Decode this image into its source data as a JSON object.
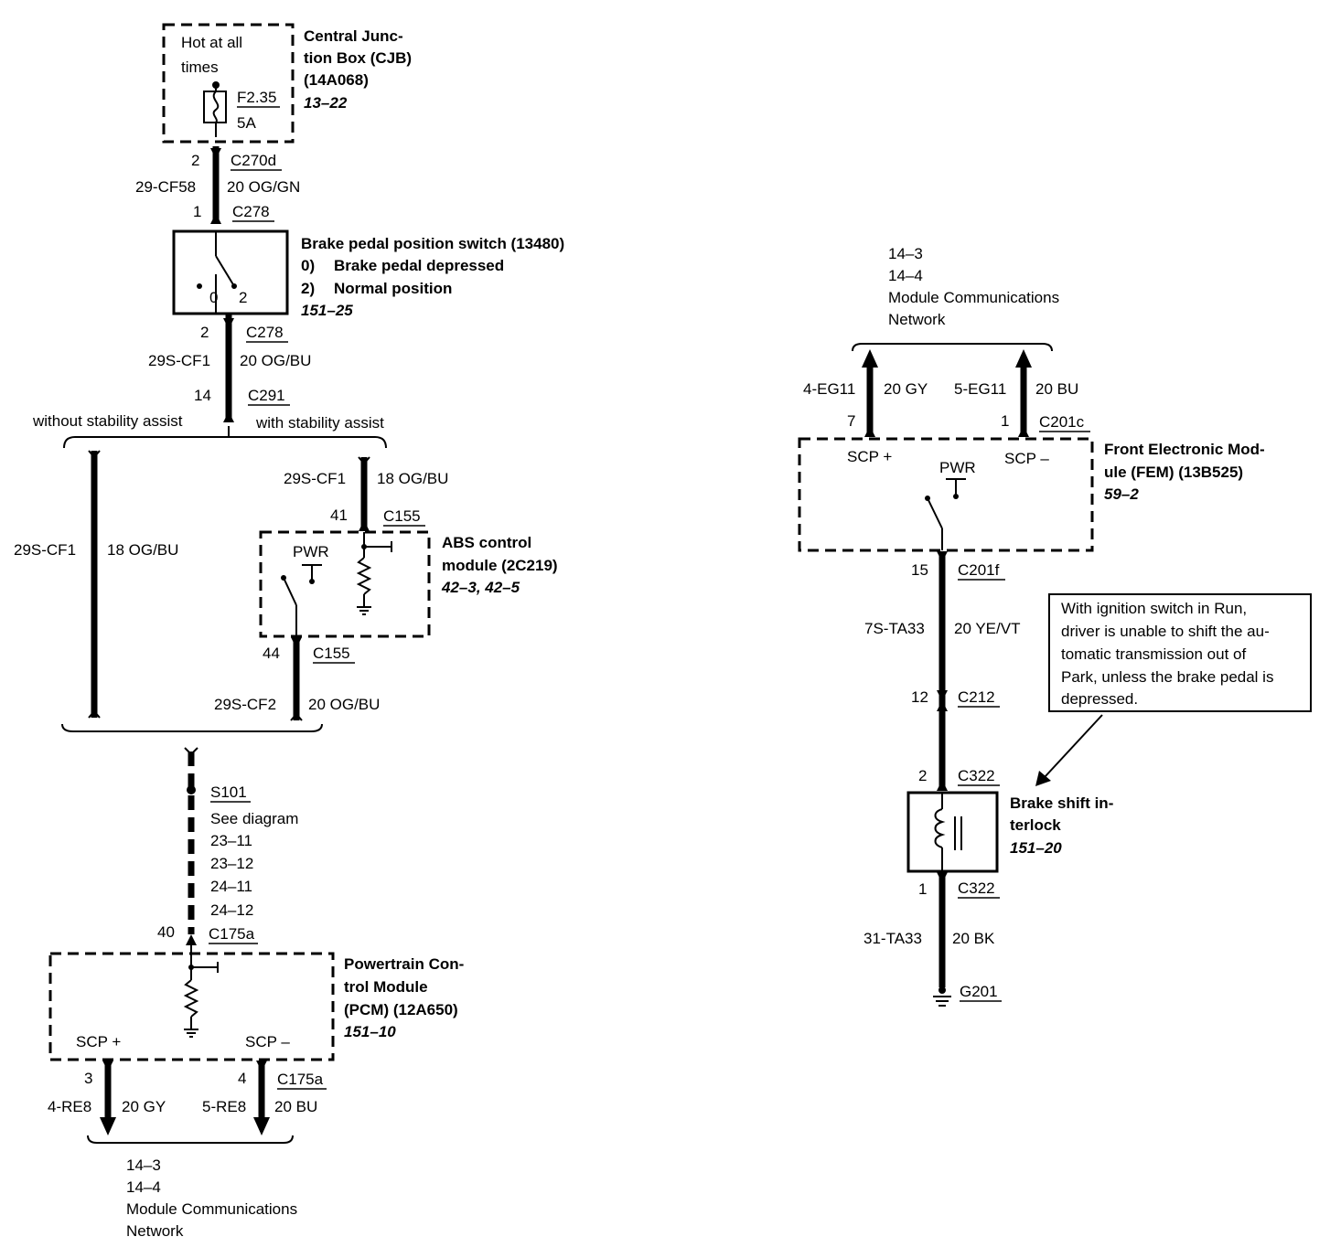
{
  "cjb": {
    "hot_line1": "Hot at all",
    "hot_line2": "times",
    "fuse_id": "F2.35",
    "fuse_rating": "5A",
    "title_line1": "Central Junc-",
    "title_line2": "tion Box (CJB)",
    "part_no": "(14A068)",
    "ref": "13–22"
  },
  "wire_upper": {
    "pin_c270": "2",
    "conn_c270": "C270d",
    "circuit": "29-CF58",
    "gauge_color": "20 OG/GN",
    "pin_c278_top": "1",
    "conn_c278_top": "C278"
  },
  "bpp_switch": {
    "title": "Brake pedal position switch (13480)",
    "state0_num": "0)",
    "state0": "Brake pedal depressed",
    "state2_num": "2)",
    "state2": "Normal position",
    "ref": "151–25",
    "pos0": "0",
    "pos2": "2"
  },
  "wire_bpp_out": {
    "pin_c278": "2",
    "conn_c278": "C278",
    "circuit": "29S-CF1",
    "gauge_color": "20 OG/BU",
    "pin_c291": "14",
    "conn_c291": "C291"
  },
  "branches": {
    "without": "without stability assist",
    "with": "with stability assist",
    "left_circuit": "29S-CF1",
    "left_gauge": "18 OG/BU",
    "abs_in_circuit": "29S-CF1",
    "abs_in_gauge": "18 OG/BU",
    "abs_in_pin": "41",
    "abs_in_conn": "C155",
    "abs_out_pin": "44",
    "abs_out_conn": "C155",
    "abs_out_circuit": "29S-CF2",
    "abs_out_gauge": "20 OG/BU"
  },
  "abs": {
    "pwr": "PWR",
    "title_line1": "ABS control",
    "title_line2": "module (2C219)",
    "ref": "42–3, 42–5"
  },
  "splice": {
    "id": "S101",
    "see": "See diagram",
    "refs": [
      "23–11",
      "23–12",
      "24–11",
      "24–12"
    ],
    "pcm_pin": "40",
    "pcm_conn": "C175a"
  },
  "pcm": {
    "title_line1": "Powertrain Con-",
    "title_line2": "trol Module",
    "title_line3": "(PCM) (12A650)",
    "ref": "151–10",
    "scp_plus": "SCP +",
    "scp_minus": "SCP –",
    "pin3": "3",
    "pin4": "4",
    "conn": "C175a",
    "left_circuit": "4-RE8",
    "left_gauge": "20 GY",
    "right_circuit": "5-RE8",
    "right_gauge": "20 BU"
  },
  "mcn_bottom": {
    "ref1": "14–3",
    "ref2": "14–4",
    "line1": "Module Communications",
    "line2": "Network"
  },
  "mcn_top": {
    "ref1": "14–3",
    "ref2": "14–4",
    "line1": "Module Communications",
    "line2": "Network"
  },
  "fem": {
    "left_circuit": "4-EG11",
    "left_gauge": "20 GY",
    "right_circuit": "5-EG11",
    "right_gauge": "20 BU",
    "pin7": "7",
    "pin1": "1",
    "conn": "C201c",
    "scp_plus": "SCP +",
    "scp_minus": "SCP –",
    "pwr": "PWR",
    "title_line1": "Front Electronic Mod-",
    "title_line2": "ule (FEM) (13B525)",
    "ref": "59–2",
    "out_pin": "15",
    "out_conn": "C201f"
  },
  "wire_right": {
    "circuit": "7S-TA33",
    "gauge_color": "20 YE/VT",
    "pin_c212": "12",
    "conn_c212": "C212",
    "pin_c322_top": "2",
    "conn_c322_top": "C322"
  },
  "note": {
    "line1": "With ignition switch in Run,",
    "line2": "driver is unable to shift the au-",
    "line3": "tomatic transmission out of",
    "line4": "Park, unless the brake pedal is",
    "line5": "depressed."
  },
  "interlock": {
    "title_line1": "Brake shift in-",
    "title_line2": "terlock",
    "ref": "151–20",
    "pin_bottom": "1",
    "conn_bottom": "C322",
    "circuit": "31-TA33",
    "gauge_color": "20 BK",
    "ground": "G201"
  }
}
